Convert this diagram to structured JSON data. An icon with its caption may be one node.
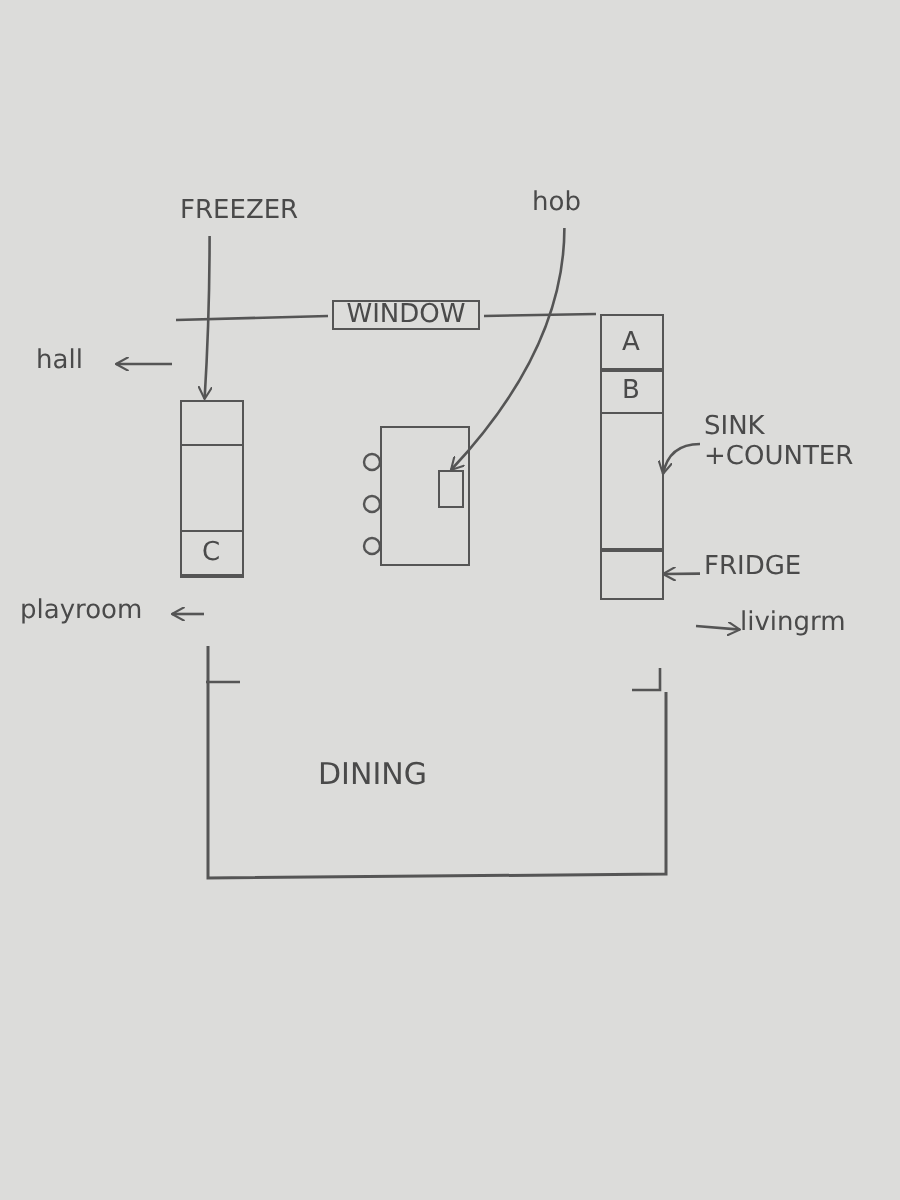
{
  "diagram": {
    "nodes": [
      {
        "text": [
          "FREEZER"
        ]
      },
      {
        "text": [
          "hob"
        ]
      },
      {
        "text": [
          "WINDOW"
        ]
      },
      {
        "text": [
          "hall"
        ]
      },
      {
        "text": [],
        "shape": "box"
      },
      {
        "text": [],
        "shape": "box",
        "in": 4
      },
      {
        "text": [
          "C"
        ],
        "in": 4
      },
      {
        "text": [],
        "shape": "box"
      },
      {
        "text": [],
        "shape": "box",
        "in": 7
      },
      {
        "text": [],
        "shape": "box"
      },
      {
        "text": [
          "A"
        ],
        "in": 9
      },
      {
        "text": [
          "B"
        ],
        "in": 9
      },
      {
        "text": [],
        "shape": "box",
        "in": 9
      },
      {
        "text": [],
        "shape": "box",
        "in": 9
      },
      {
        "text": [
          "SINK +COUNTER"
        ]
      },
      {
        "text": [
          "FRIDGE"
        ]
      },
      {
        "text": [
          "playroom"
        ]
      },
      {
        "text": [
          "livingrm"
        ]
      },
      {
        "text": [
          "DINING"
        ]
      }
    ],
    "edges": [
      {
        "from": 0,
        "to": 5,
        "arrow": "to"
      },
      {
        "from": 1,
        "to": 8,
        "arrow": "to"
      },
      {
        "from": 14,
        "to": 12,
        "arrow": "to"
      },
      {
        "from": 15,
        "to": 13,
        "arrow": "to"
      },
      {
        "from": null,
        "to": 3,
        "arrow": "to"
      },
      {
        "from": null,
        "to": 16,
        "arrow": "to"
      },
      {
        "from": null,
        "to": 17,
        "arrow": "to"
      }
    ]
  }
}
